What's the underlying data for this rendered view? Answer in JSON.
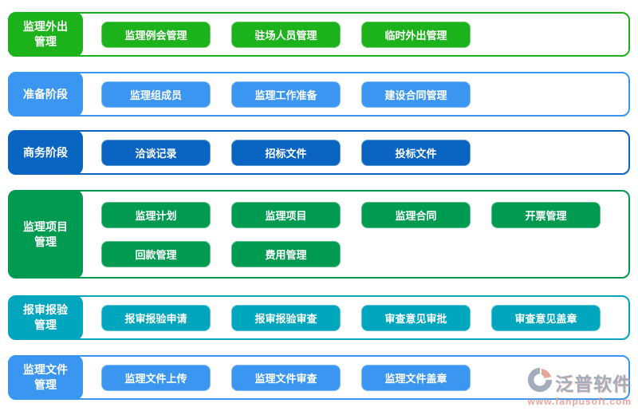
{
  "page": {
    "background": "#ffffff"
  },
  "sections": [
    {
      "label": "监理外出管理",
      "accent": "#1cb21c",
      "items": [
        "监理例会管理",
        "驻场人员管理",
        "临时外出管理"
      ]
    },
    {
      "label": "准备阶段",
      "accent": "#3b96f2",
      "items": [
        "监理组成员",
        "监理工作准备",
        "建设合同管理"
      ]
    },
    {
      "label": "商务阶段",
      "accent": "#0a64c2",
      "items": [
        "洽谈记录",
        "招标文件",
        "投标文件"
      ]
    },
    {
      "label": "监理项目管理",
      "accent": "#009b50",
      "items": [
        "监理计划",
        "监理项目",
        "监理合同",
        "开票管理",
        "回款管理",
        "费用管理"
      ]
    },
    {
      "label": "报审报验管理",
      "accent": "#00a5be",
      "items": [
        "报审报验申请",
        "报审报验审查",
        "审查意见审批",
        "审查意见盖章"
      ]
    },
    {
      "label": "监理文件管理",
      "accent": "#3b96f2",
      "items": [
        "监理文件上传",
        "监理文件审查",
        "监理文件盖章"
      ]
    }
  ],
  "brand": {
    "name": "泛普软件",
    "url": "www.fanpusoft.com",
    "logo_icon": "fanpu-swirl-logo",
    "name_color": "#98a2b3",
    "accent_color": "#e79a8e"
  }
}
